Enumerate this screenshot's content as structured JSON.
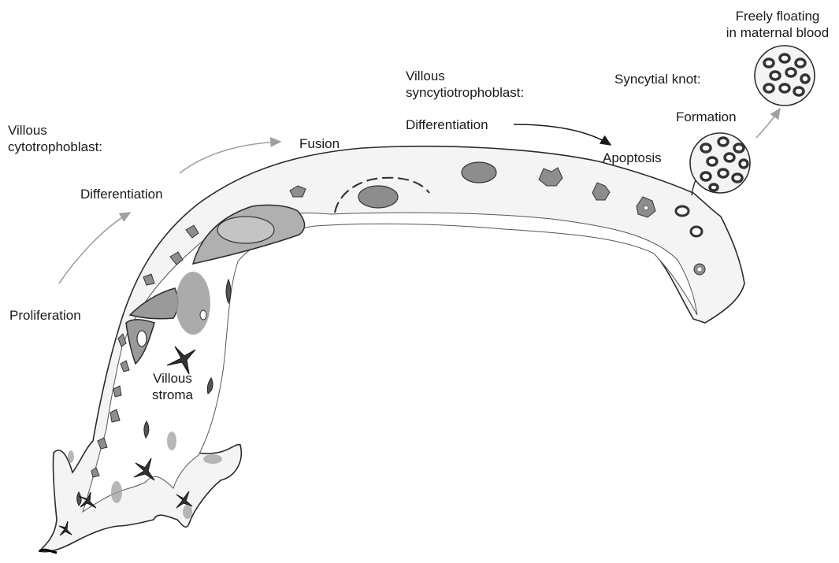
{
  "labels": {
    "villous_cytotrophoblast_line1": "Villous",
    "villous_cytotrophoblast_line2": "cytotrophoblast:",
    "differentiation_left": "Differentiation",
    "proliferation": "Proliferation",
    "fusion": "Fusion",
    "villous_syncytio_line1": "Villous",
    "villous_syncytio_line2": "syncytiotrophoblast:",
    "differentiation_right": "Differentiation",
    "apoptosis": "Apoptosis",
    "syncytial_knot": "Syncytial knot:",
    "formation": "Formation",
    "freely_floating_line1": "Freely floating",
    "freely_floating_line2": "in maternal blood",
    "villous_stroma_line1": "Villous",
    "villous_stroma_line2": "stroma"
  },
  "colors": {
    "outline": "#2b2b2b",
    "villus_fill": "#f4f4f4",
    "stroma_fill": "#ffffff",
    "nucleus_dark": "#8a8a8a",
    "nucleus_mid": "#a8a8a8",
    "arrow_gray": "#a0a0a0",
    "arrow_black": "#1a1a1a"
  }
}
